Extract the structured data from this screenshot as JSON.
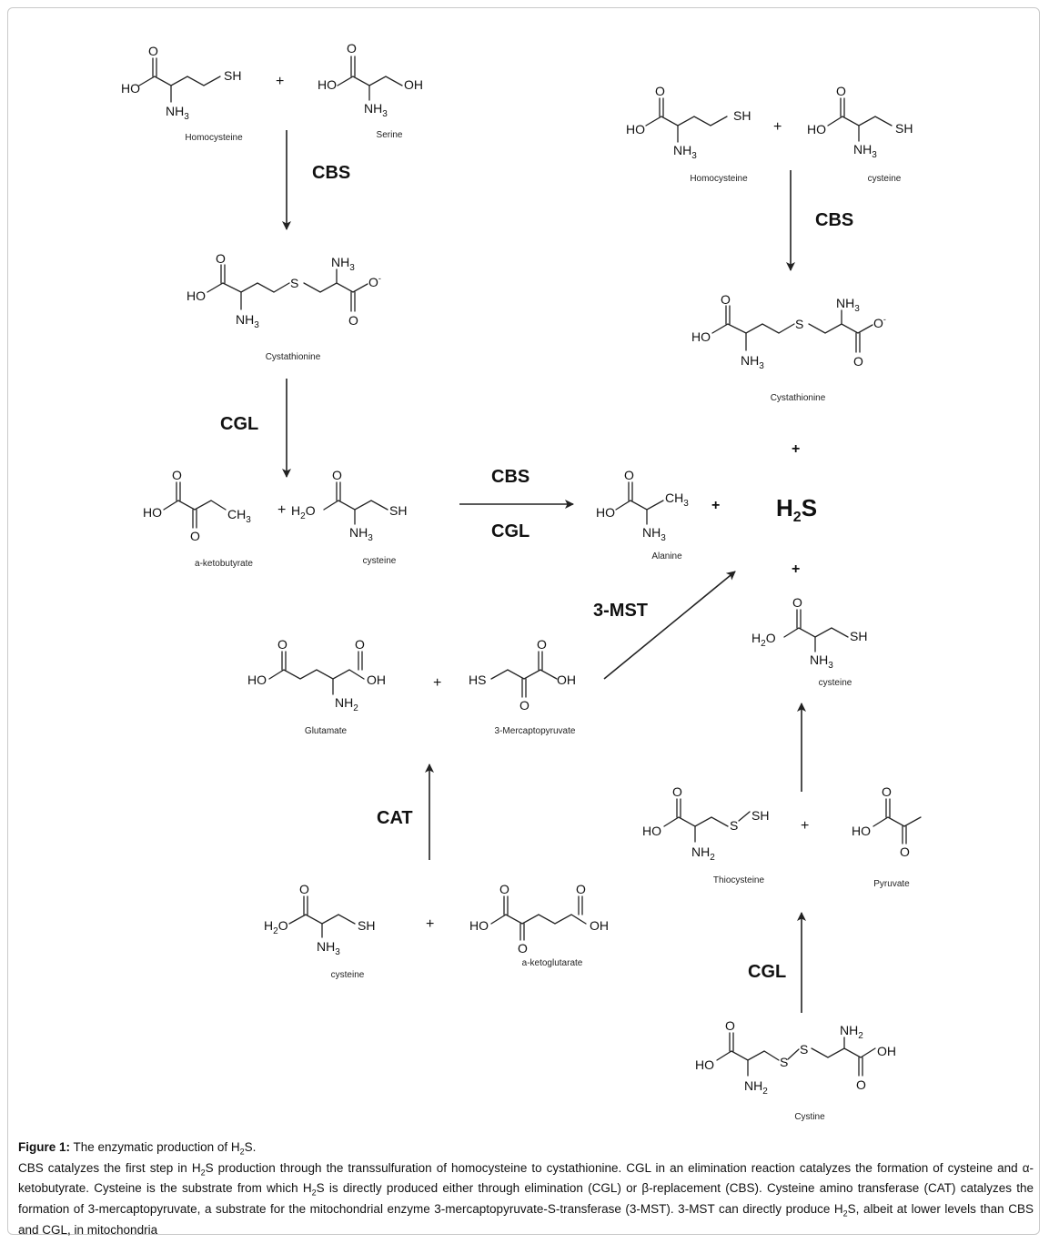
{
  "figure": {
    "label": "Figure 1:",
    "title_pre": "The enzymatic production of H",
    "title_sub": "2",
    "title_post": "S.",
    "caption_parts": [
      "CBS catalyzes the first step in H",
      "2",
      "S production through the transsulfuration of homocysteine to cystathionine. CGL in an elimination reaction catalyzes the formation of cysteine and α-ketobutyrate. Cysteine is the substrate from which H",
      "2",
      "S is directly produced either through elimination (CGL) or β-replacement (CBS). Cysteine amino transferase (CAT) catalyzes the formation of 3-mercaptopyruvate, a substrate for the mitochondrial enzyme 3-mercaptopyruvate-S-transferase (3-MST). 3-MST can directly produce H",
      "2",
      "S, albeit at lower levels than CBS and CGL, in mitochondria"
    ]
  },
  "compounds": {
    "homocysteine": "Homocysteine",
    "serine": "Serine",
    "cystathionine": "Cystathionine",
    "ketobutyrate": "a-ketobutyrate",
    "cysteine": "cysteine",
    "alanine": "Alanine",
    "glutamate": "Glutamate",
    "mercaptopyruvate": "3-Mercaptopyruvate",
    "ketoglutarate": "a-ketoglutarate",
    "thiocysteine": "Thiocysteine",
    "pyruvate": "Pyruvate",
    "cystine": "Cystine"
  },
  "enzymes": {
    "cbs": "CBS",
    "cgl": "CGL",
    "mst": "3-MST",
    "cat": "CAT"
  },
  "product": {
    "h": "H",
    "sub": "2",
    "s": "S"
  },
  "atoms": {
    "o": "O",
    "ho": "HO",
    "oh": "OH",
    "sh": "SH",
    "hs": "HS",
    "s": "S",
    "nh": "NH",
    "n_sub3": "3",
    "n_sub2": "2",
    "ch": "CH",
    "ch_sub3": "3",
    "h2o_h": "H",
    "h2o_sub": "2",
    "h2o_o": "O",
    "minus": "-"
  },
  "symbols": {
    "plus": "+"
  }
}
